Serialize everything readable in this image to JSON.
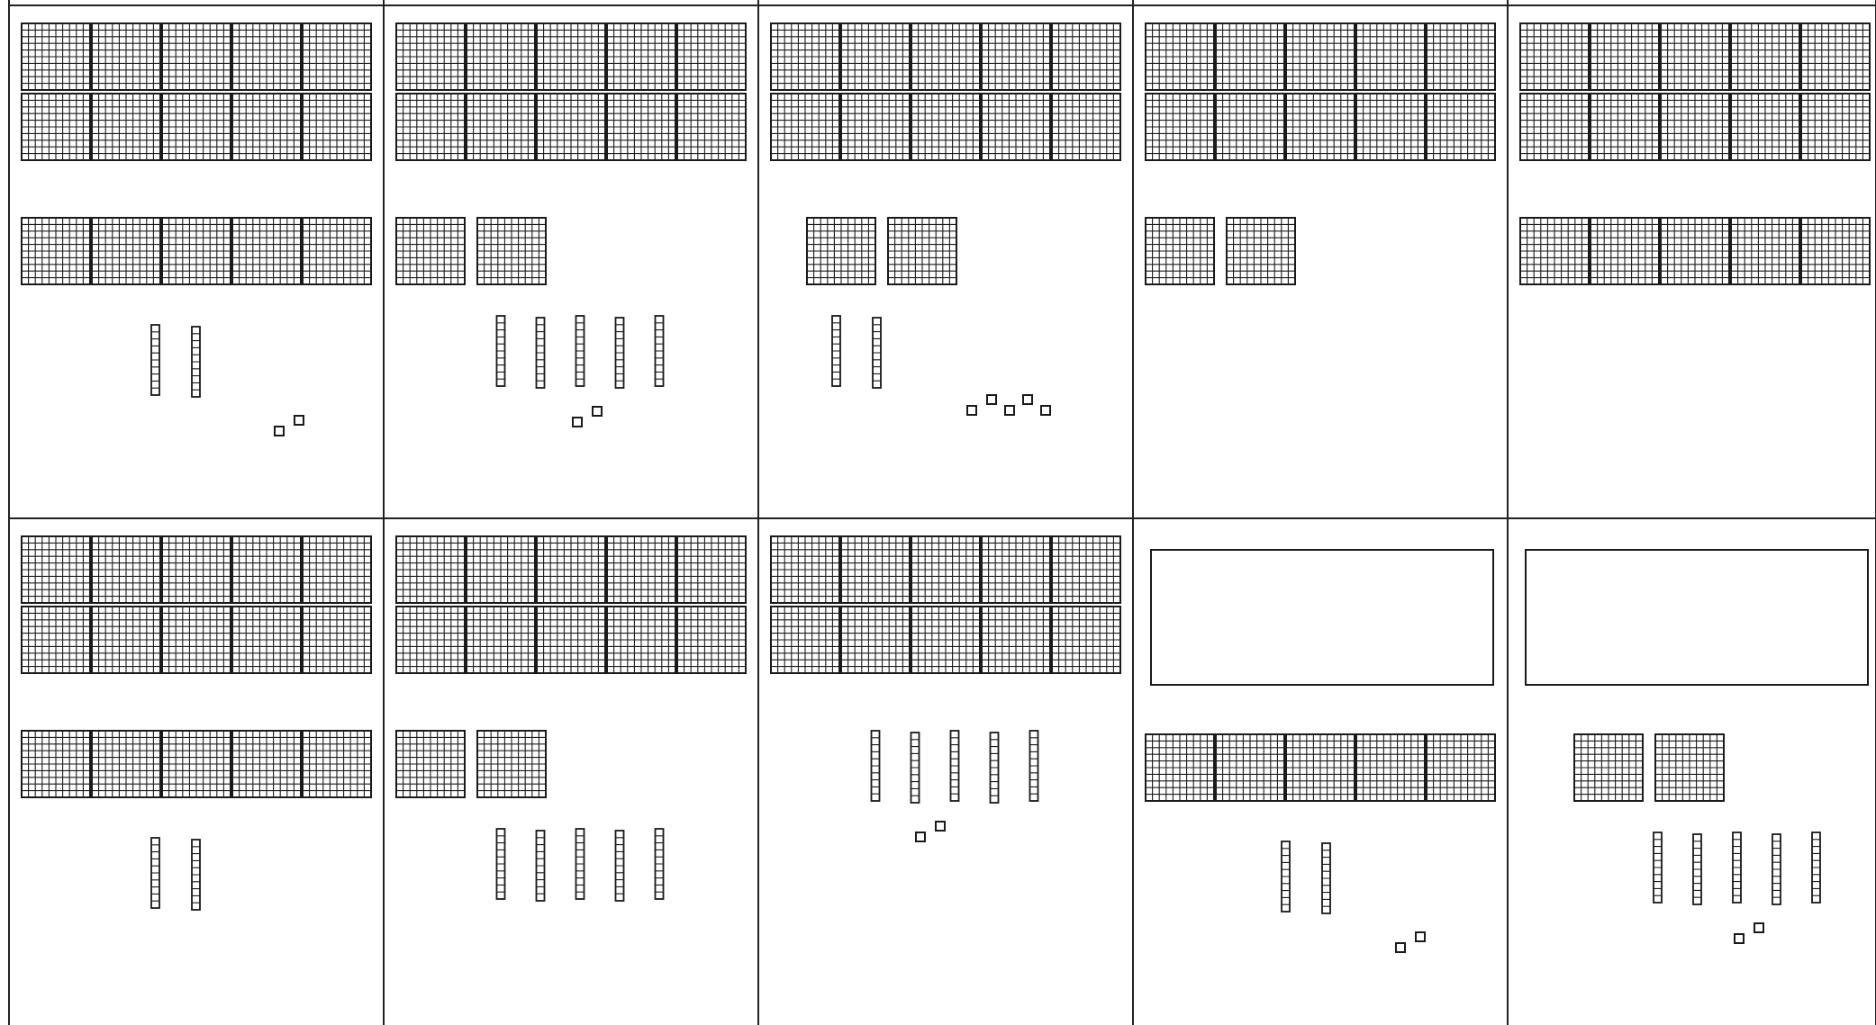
{
  "cells": [
    {
      "hundreds": 15,
      "tens": 2,
      "ones": 2,
      "blank_box": false
    },
    {
      "hundreds": 12,
      "tens": 5,
      "ones": 2,
      "blank_box": false
    },
    {
      "hundreds": 12,
      "tens": 2,
      "ones": 5,
      "blank_box": false
    },
    {
      "hundreds": 12,
      "tens": 0,
      "ones": 0,
      "blank_box": false
    },
    {
      "hundreds": 15,
      "tens": 0,
      "ones": 0,
      "blank_box": false
    },
    {
      "hundreds": 15,
      "tens": 2,
      "ones": 0,
      "blank_box": false
    },
    {
      "hundreds": 12,
      "tens": 5,
      "ones": 0,
      "blank_box": false
    },
    {
      "hundreds": 10,
      "tens": 5,
      "ones": 2,
      "blank_box": false
    },
    {
      "hundreds": 5,
      "tens": 2,
      "ones": 2,
      "blank_box": true
    },
    {
      "hundreds": 2,
      "tens": 5,
      "ones": 2,
      "blank_box": true
    }
  ],
  "colors": {
    "ink": "#1a1a1a",
    "border": "#222222",
    "background": "#ffffff"
  }
}
